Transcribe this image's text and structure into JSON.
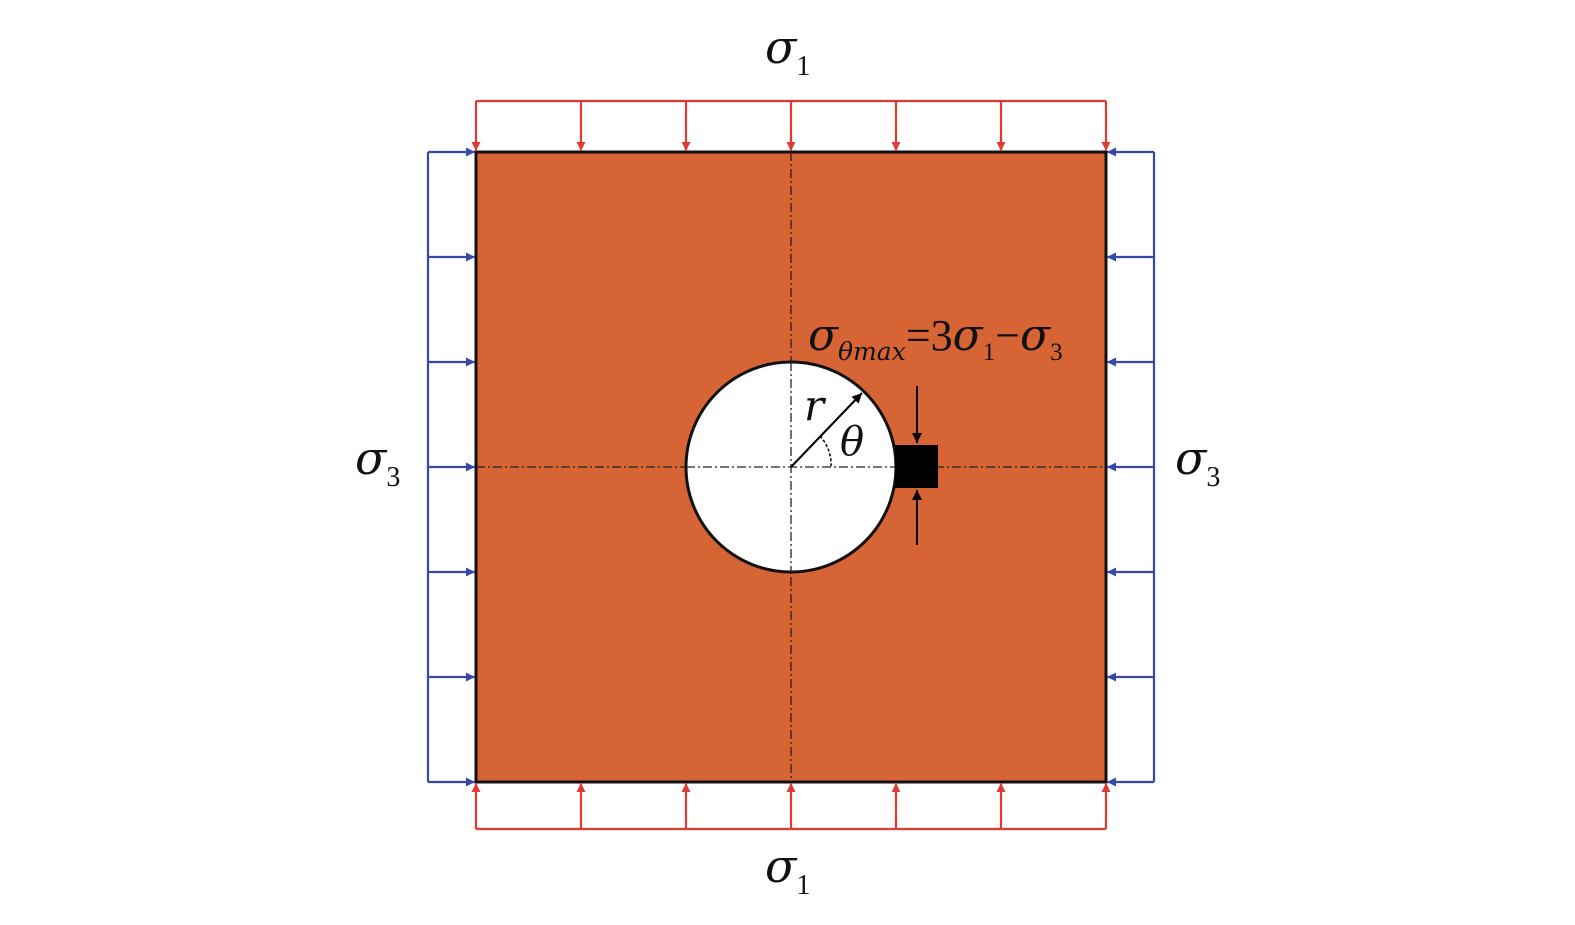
{
  "colors": {
    "plate": "#D76435",
    "plate_border": "#111111",
    "sigma1_arrows": "#E03A32",
    "sigma3_arrows": "#3848A8",
    "hole": "#FFFFFF",
    "element": "#000000"
  },
  "labels": {
    "sigma1_top": {
      "symbol": "σ",
      "sub": "1"
    },
    "sigma1_bottom": {
      "symbol": "σ",
      "sub": "1"
    },
    "sigma3_left": {
      "symbol": "σ",
      "sub": "3"
    },
    "sigma3_right": {
      "symbol": "σ",
      "sub": "3"
    },
    "radius": "r",
    "angle": "θ",
    "formula": {
      "lhs_symbol": "σ",
      "lhs_sub": "θmax",
      "eq": "=3",
      "term1_symbol": "σ",
      "term1_sub": "1",
      "minus": "−",
      "term2_symbol": "σ",
      "term2_sub": "3"
    }
  }
}
